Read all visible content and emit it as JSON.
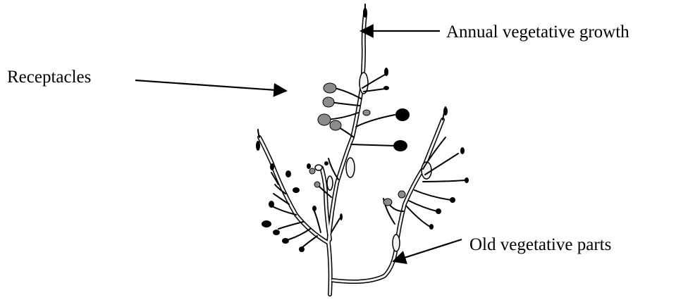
{
  "diagram": {
    "labels": {
      "annual_growth": "Annual vegetative growth",
      "receptacles": "Receptacles",
      "old_parts": "Old vegetative parts"
    },
    "colors": {
      "stem_fill": "#f2f2f2",
      "stem_outline": "#000000",
      "receptacle_light": "#8c8c8c",
      "receptacle_dark": "#000000",
      "arrow": "#000000"
    }
  }
}
